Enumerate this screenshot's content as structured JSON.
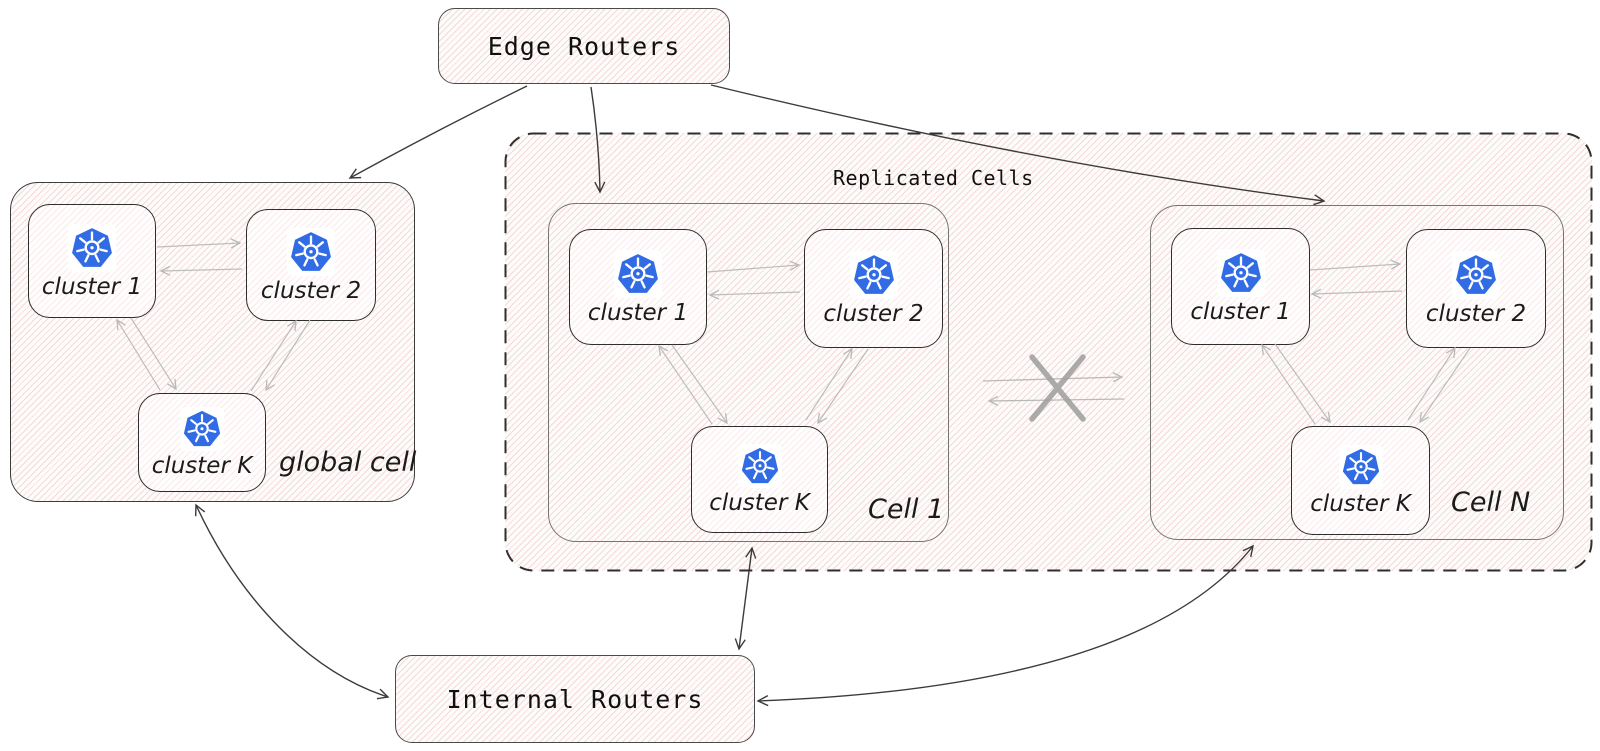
{
  "diagram": {
    "title_note": "Kubernetes cells replication architecture",
    "edge_routers": {
      "label": "Edge Routers"
    },
    "internal_routers": {
      "label": "Internal Routers"
    },
    "replicated_cells": {
      "label": "Replicated Cells"
    },
    "global_cell": {
      "label": "global cell",
      "clusters": [
        {
          "label": "cluster 1"
        },
        {
          "label": "cluster 2"
        },
        {
          "label": "cluster K"
        }
      ]
    },
    "cell_1": {
      "label": "Cell 1",
      "clusters": [
        {
          "label": "cluster 1"
        },
        {
          "label": "cluster 2"
        },
        {
          "label": "cluster K"
        }
      ]
    },
    "cell_n": {
      "label": "Cell N",
      "clusters": [
        {
          "label": "cluster 1"
        },
        {
          "label": "cluster 2"
        },
        {
          "label": "cluster K"
        }
      ]
    },
    "connections": [
      {
        "from": "edge-routers",
        "to": "global-cell",
        "style": "arrow"
      },
      {
        "from": "edge-routers",
        "to": "cell-1",
        "style": "arrow"
      },
      {
        "from": "edge-routers",
        "to": "cell-n",
        "style": "arrow"
      },
      {
        "from": "global-cell",
        "to": "internal-routers",
        "style": "double-arrow"
      },
      {
        "from": "cell-1",
        "to": "internal-routers",
        "style": "double-arrow"
      },
      {
        "from": "cell-n",
        "to": "internal-routers",
        "style": "double-arrow"
      },
      {
        "from": "cell-1",
        "to": "cell-n",
        "style": "crossed-out-replication"
      },
      {
        "from": "cluster 1",
        "to": "cluster 2",
        "style": "bidirectional-within-cell"
      },
      {
        "from": "cluster 1",
        "to": "cluster K",
        "style": "bidirectional-within-cell"
      },
      {
        "from": "cluster 2",
        "to": "cluster K",
        "style": "bidirectional-within-cell"
      }
    ],
    "icons": {
      "cluster_icon": "kubernetes-icon"
    },
    "colors": {
      "kubernetes_blue": "#326ce5",
      "hatch_pink": "#f2c9c9",
      "border_dark": "#3c3c3c",
      "arrow_dark": "#3b3b3b",
      "arrow_gray": "#b9b9b9",
      "cross_gray": "#9e9e9e"
    }
  }
}
